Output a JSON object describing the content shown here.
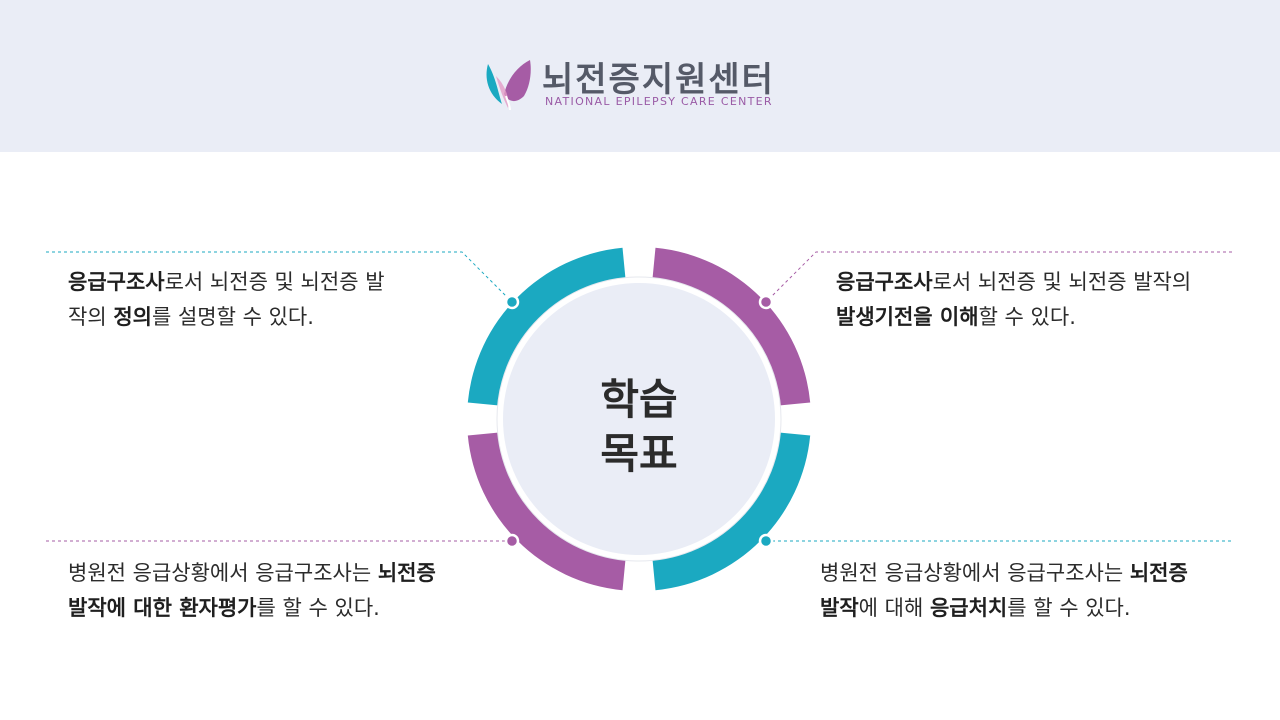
{
  "header": {
    "logo_title": "뇌전증지원센터",
    "logo_subtitle": "NATIONAL EPILEPSY CARE CENTER"
  },
  "center": {
    "line1": "학습",
    "line2": "목표"
  },
  "colors": {
    "teal": "#1ba9c1",
    "purple": "#a65ca5",
    "center_bg": "#eaedf6",
    "text": "#2b2b2b"
  },
  "goals": {
    "tl": {
      "a1": "응급구조사",
      "a2": "로서 뇌전증 및 뇌전증 발",
      "a3": "작의 ",
      "a4": "정의",
      "a5": "를 설명할 수 있다."
    },
    "tr": {
      "a1": "응급구조사",
      "a2": "로서 뇌전증 및 뇌전증 발작의",
      "a3": "발생기전을 이해",
      "a4": "할 수 있다."
    },
    "bl": {
      "a1": "병원전 응급상황에서 응급구조사는 ",
      "a2": "뇌전증",
      "a3": "발작에 대한 환자평가",
      "a4": "를 할 수 있다."
    },
    "br": {
      "a1": "병원전 응급상황에서 응급구조사는 ",
      "a2": "뇌전증",
      "a3": "발작",
      "a4": "에 대해 ",
      "a5": "응급처치",
      "a6": "를 할 수 있다."
    }
  }
}
